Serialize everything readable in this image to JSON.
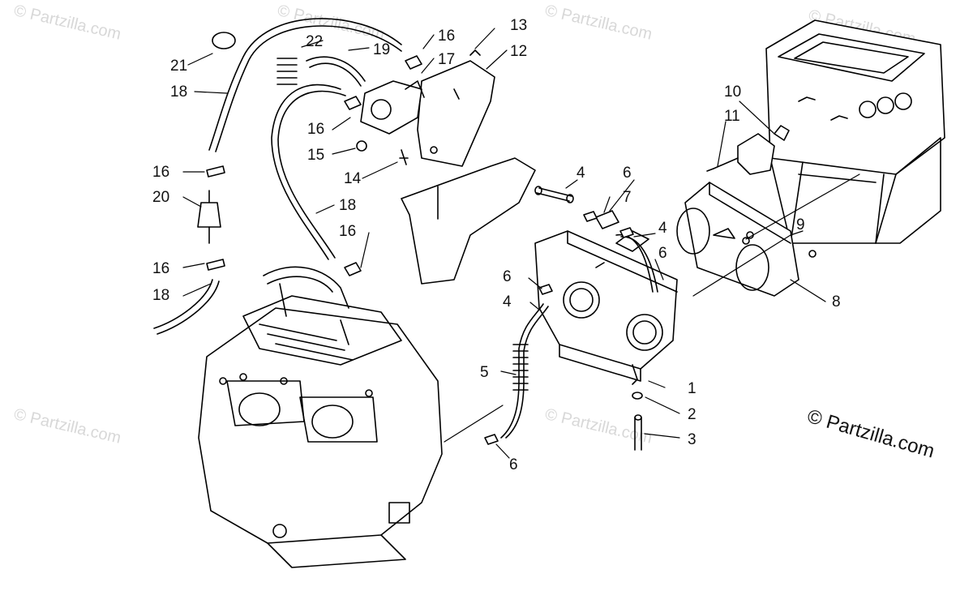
{
  "watermark": "© Partzilla.com",
  "brand_mark": "© Partzilla.com",
  "callouts": {
    "c1": "1",
    "c2": "2",
    "c3": "3",
    "c4a": "4",
    "c4b": "4",
    "c4c": "4",
    "c5": "5",
    "c6a": "6",
    "c6b": "6",
    "c6c": "6",
    "c6d": "6",
    "c7": "7",
    "c8": "8",
    "c9": "9",
    "c10": "10",
    "c11": "11",
    "c12": "12",
    "c13": "13",
    "c14": "14",
    "c15": "15",
    "c16a": "16",
    "c16b": "16",
    "c16c": "16",
    "c16d": "16",
    "c16e": "16",
    "c17": "17",
    "c18a": "18",
    "c18b": "18",
    "c18c": "18",
    "c19": "19",
    "c20": "20",
    "c21": "21",
    "c22": "22"
  }
}
